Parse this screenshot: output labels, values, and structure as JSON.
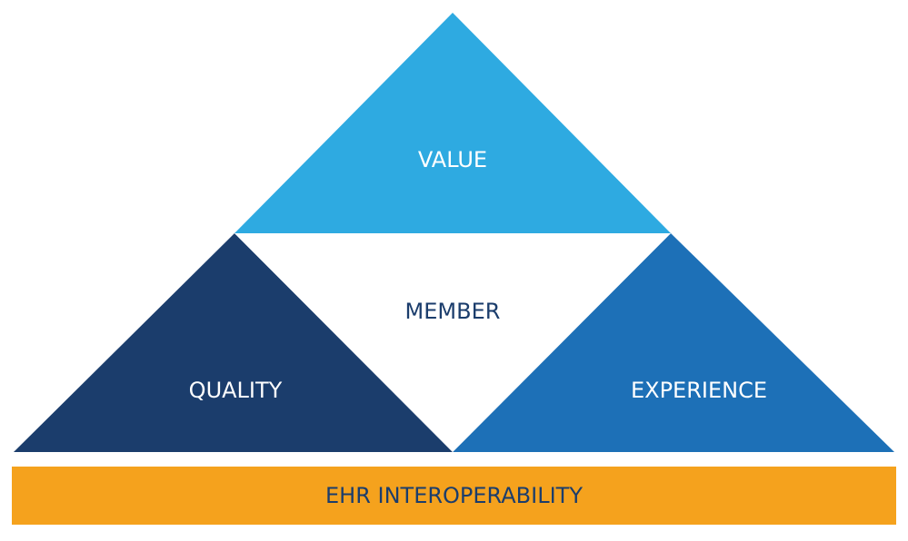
{
  "pyramid": {
    "top": {
      "label": "VALUE",
      "color": "#2EAAE1",
      "text_color": "#FFFFFF"
    },
    "center": {
      "label": "MEMBER",
      "color": "#FFFFFF",
      "text_color": "#1B3D6C"
    },
    "left": {
      "label": "QUALITY",
      "color": "#1B3D6C",
      "text_color": "#FFFFFF"
    },
    "right": {
      "label": "EXPERIENCE",
      "color": "#1D70B7",
      "text_color": "#FFFFFF"
    }
  },
  "foundation": {
    "label": "EHR INTEROPERABILITY",
    "color": "#F5A21D",
    "text_color": "#1B3D6C"
  }
}
